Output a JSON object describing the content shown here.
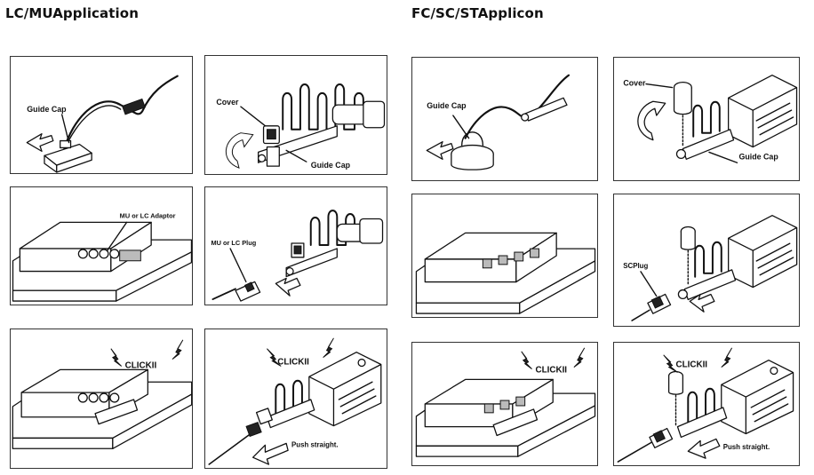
{
  "titles": {
    "left": "LC/MUApplication",
    "right": "FC/SC/STApplicon"
  },
  "labels": {
    "guide_cap": "Guide Cap",
    "cover": "Cover",
    "mu_lc_adaptor": "MU or LC Adaptor",
    "mu_lc_plug": "MU or LC Plug",
    "click": "CLICKII",
    "push_straight": "Push straight.",
    "sc_plug": "SCPlug"
  }
}
